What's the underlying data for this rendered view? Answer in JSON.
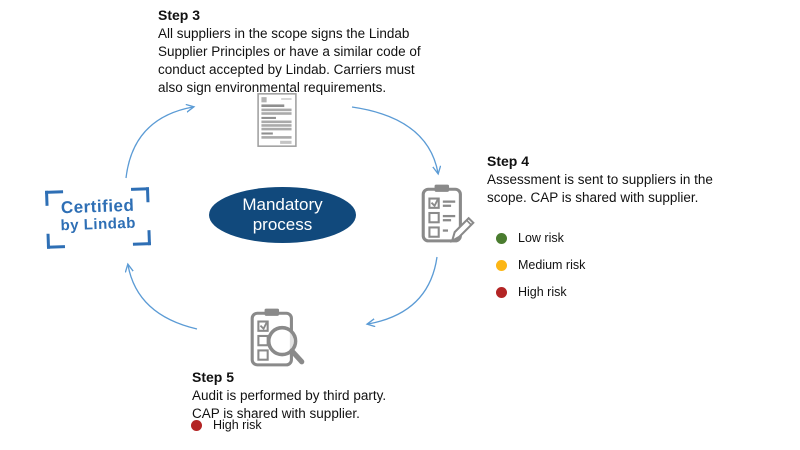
{
  "diagram": {
    "kind": "circular-process",
    "direction": "clockwise",
    "background": "#ffffff"
  },
  "center_ellipse": {
    "label": "Mandatory\nprocess",
    "fill": "#11497c",
    "text_color": "#ffffff"
  },
  "logo": {
    "line1": "Certified",
    "line2": "by Lindab",
    "color": "#2e6fb5"
  },
  "steps": {
    "step3": {
      "title": "Step 3",
      "body": "All suppliers in the scope signs the Lindab\nSupplier Principles or have a similar code of\nconduct accepted by Lindab. Carriers must\nalso sign environmental requirements."
    },
    "step4": {
      "title": "Step 4",
      "body": "Assessment is sent to suppliers in the\nscope. CAP is shared with supplier.",
      "legend": [
        {
          "label": "Low risk",
          "color": "#4a7c2f"
        },
        {
          "label": "Medium risk",
          "color": "#fcb615"
        },
        {
          "label": "High risk",
          "color": "#b32424"
        }
      ]
    },
    "step5": {
      "title": "Step 5",
      "body": "Audit is performed by third party.\nCAP is shared with supplier.",
      "legend": [
        {
          "label": "High risk",
          "color": "#b32424"
        }
      ]
    }
  },
  "icons": {
    "top": "signed-document-icon",
    "right": "assessment-checklist-icon",
    "bottom": "audit-magnifier-icon"
  },
  "arrows": {
    "color": "#5b9bd5",
    "count": 4
  }
}
